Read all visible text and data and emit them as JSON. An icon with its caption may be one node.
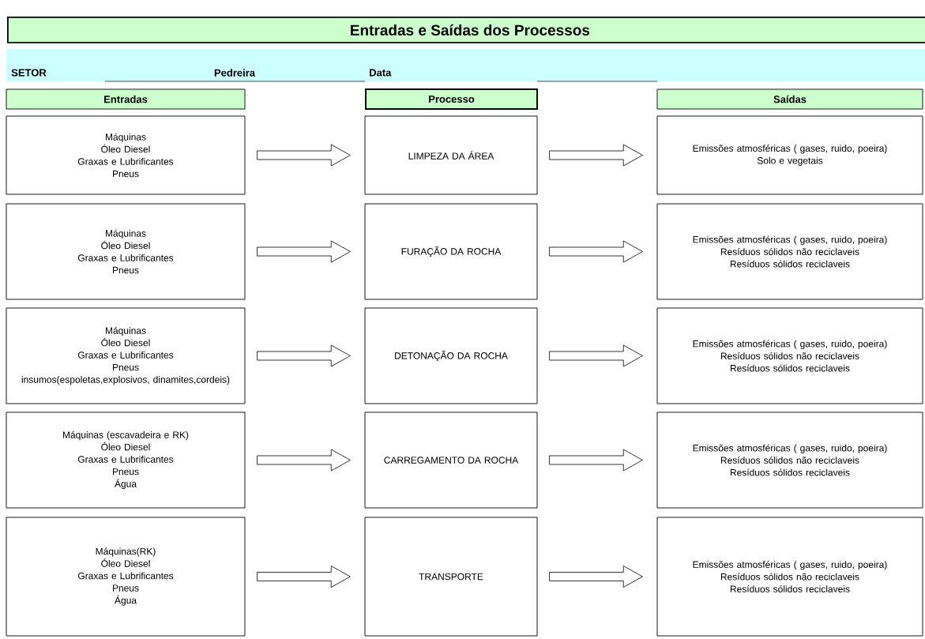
{
  "diagram": {
    "title": "Entradas e Saídas dos Processos",
    "nodes": [
      {
        "text": [
          "Entradas"
        ]
      },
      {
        "text": [
          "Processo"
        ]
      },
      {
        "text": [
          "Saídas"
        ]
      },
      {
        "text": [
          "Máquinas",
          "Óleo Diesel",
          "Graxas e Lubrificantes",
          "Pneus"
        ]
      },
      {
        "text": [
          "LIMPEZA DA ÁREA"
        ]
      },
      {
        "text": [
          "Emissões atmosféricas ( gases, ruido, poeira)",
          "Solo e vegetais"
        ]
      },
      {
        "text": [
          "Máquinas",
          "Óleo Diesel",
          "Graxas e Lubrificantes",
          "Pneus"
        ]
      },
      {
        "text": [
          "FURAÇÃO DA ROCHA"
        ]
      },
      {
        "text": [
          "Emissões atmosféricas ( gases, ruido, poeira)",
          "Resíduos sólidos não reciclaveis",
          "Resíduos sólidos reciclaveis"
        ]
      },
      {
        "text": [
          "Máquinas",
          "Óleo Diesel",
          "Graxas e Lubrificantes",
          "Pneus",
          "insumos(espoletas,explosivos, dinamites,cordeis)"
        ]
      },
      {
        "text": [
          "DETONAÇÃO DA ROCHA"
        ]
      },
      {
        "text": [
          "Emissões atmosféricas ( gases, ruido, poeira)",
          "Resíduos sólidos não reciclaveis",
          "Resíduos sólidos reciclaveis"
        ]
      },
      {
        "text": [
          "Máquinas (escavadeira e RK)",
          "Óleo Diesel",
          "Graxas e Lubrificantes",
          "Pneus",
          "Água"
        ]
      },
      {
        "text": [
          "CARREGAMENTO DA ROCHA"
        ]
      },
      {
        "text": [
          "Emissões atmosféricas ( gases, ruido, poeira)",
          "Resíduos sólidos não reciclaveis",
          "Resíduos sólidos reciclaveis"
        ]
      },
      {
        "text": [
          "Máquinas(RK)",
          "Óleo Diesel",
          "Graxas e Lubrificantes",
          "Pneus",
          "Água"
        ]
      },
      {
        "text": [
          "TRANSPORTE"
        ]
      },
      {
        "text": [
          "Emissões atmosféricas ( gases, ruido, poeira)",
          "Resíduos sólidos não reciclaveis",
          "Resíduos sólidos reciclaveis"
        ]
      }
    ],
    "edges": [
      {
        "from": 3,
        "to": 4,
        "arrow": "to"
      },
      {
        "from": 4,
        "to": 5,
        "arrow": "to"
      },
      {
        "from": 6,
        "to": 7,
        "arrow": "to"
      },
      {
        "from": 7,
        "to": 8,
        "arrow": "to"
      },
      {
        "from": 9,
        "to": 10,
        "arrow": "to"
      },
      {
        "from": 10,
        "to": 11,
        "arrow": "to"
      },
      {
        "from": 12,
        "to": 13,
        "arrow": "to"
      },
      {
        "from": 13,
        "to": 14,
        "arrow": "to"
      },
      {
        "from": 15,
        "to": 16,
        "arrow": "to"
      },
      {
        "from": 16,
        "to": 17,
        "arrow": "to"
      }
    ],
    "labels": [
      "SETOR",
      "Pedreira",
      "Data"
    ]
  }
}
